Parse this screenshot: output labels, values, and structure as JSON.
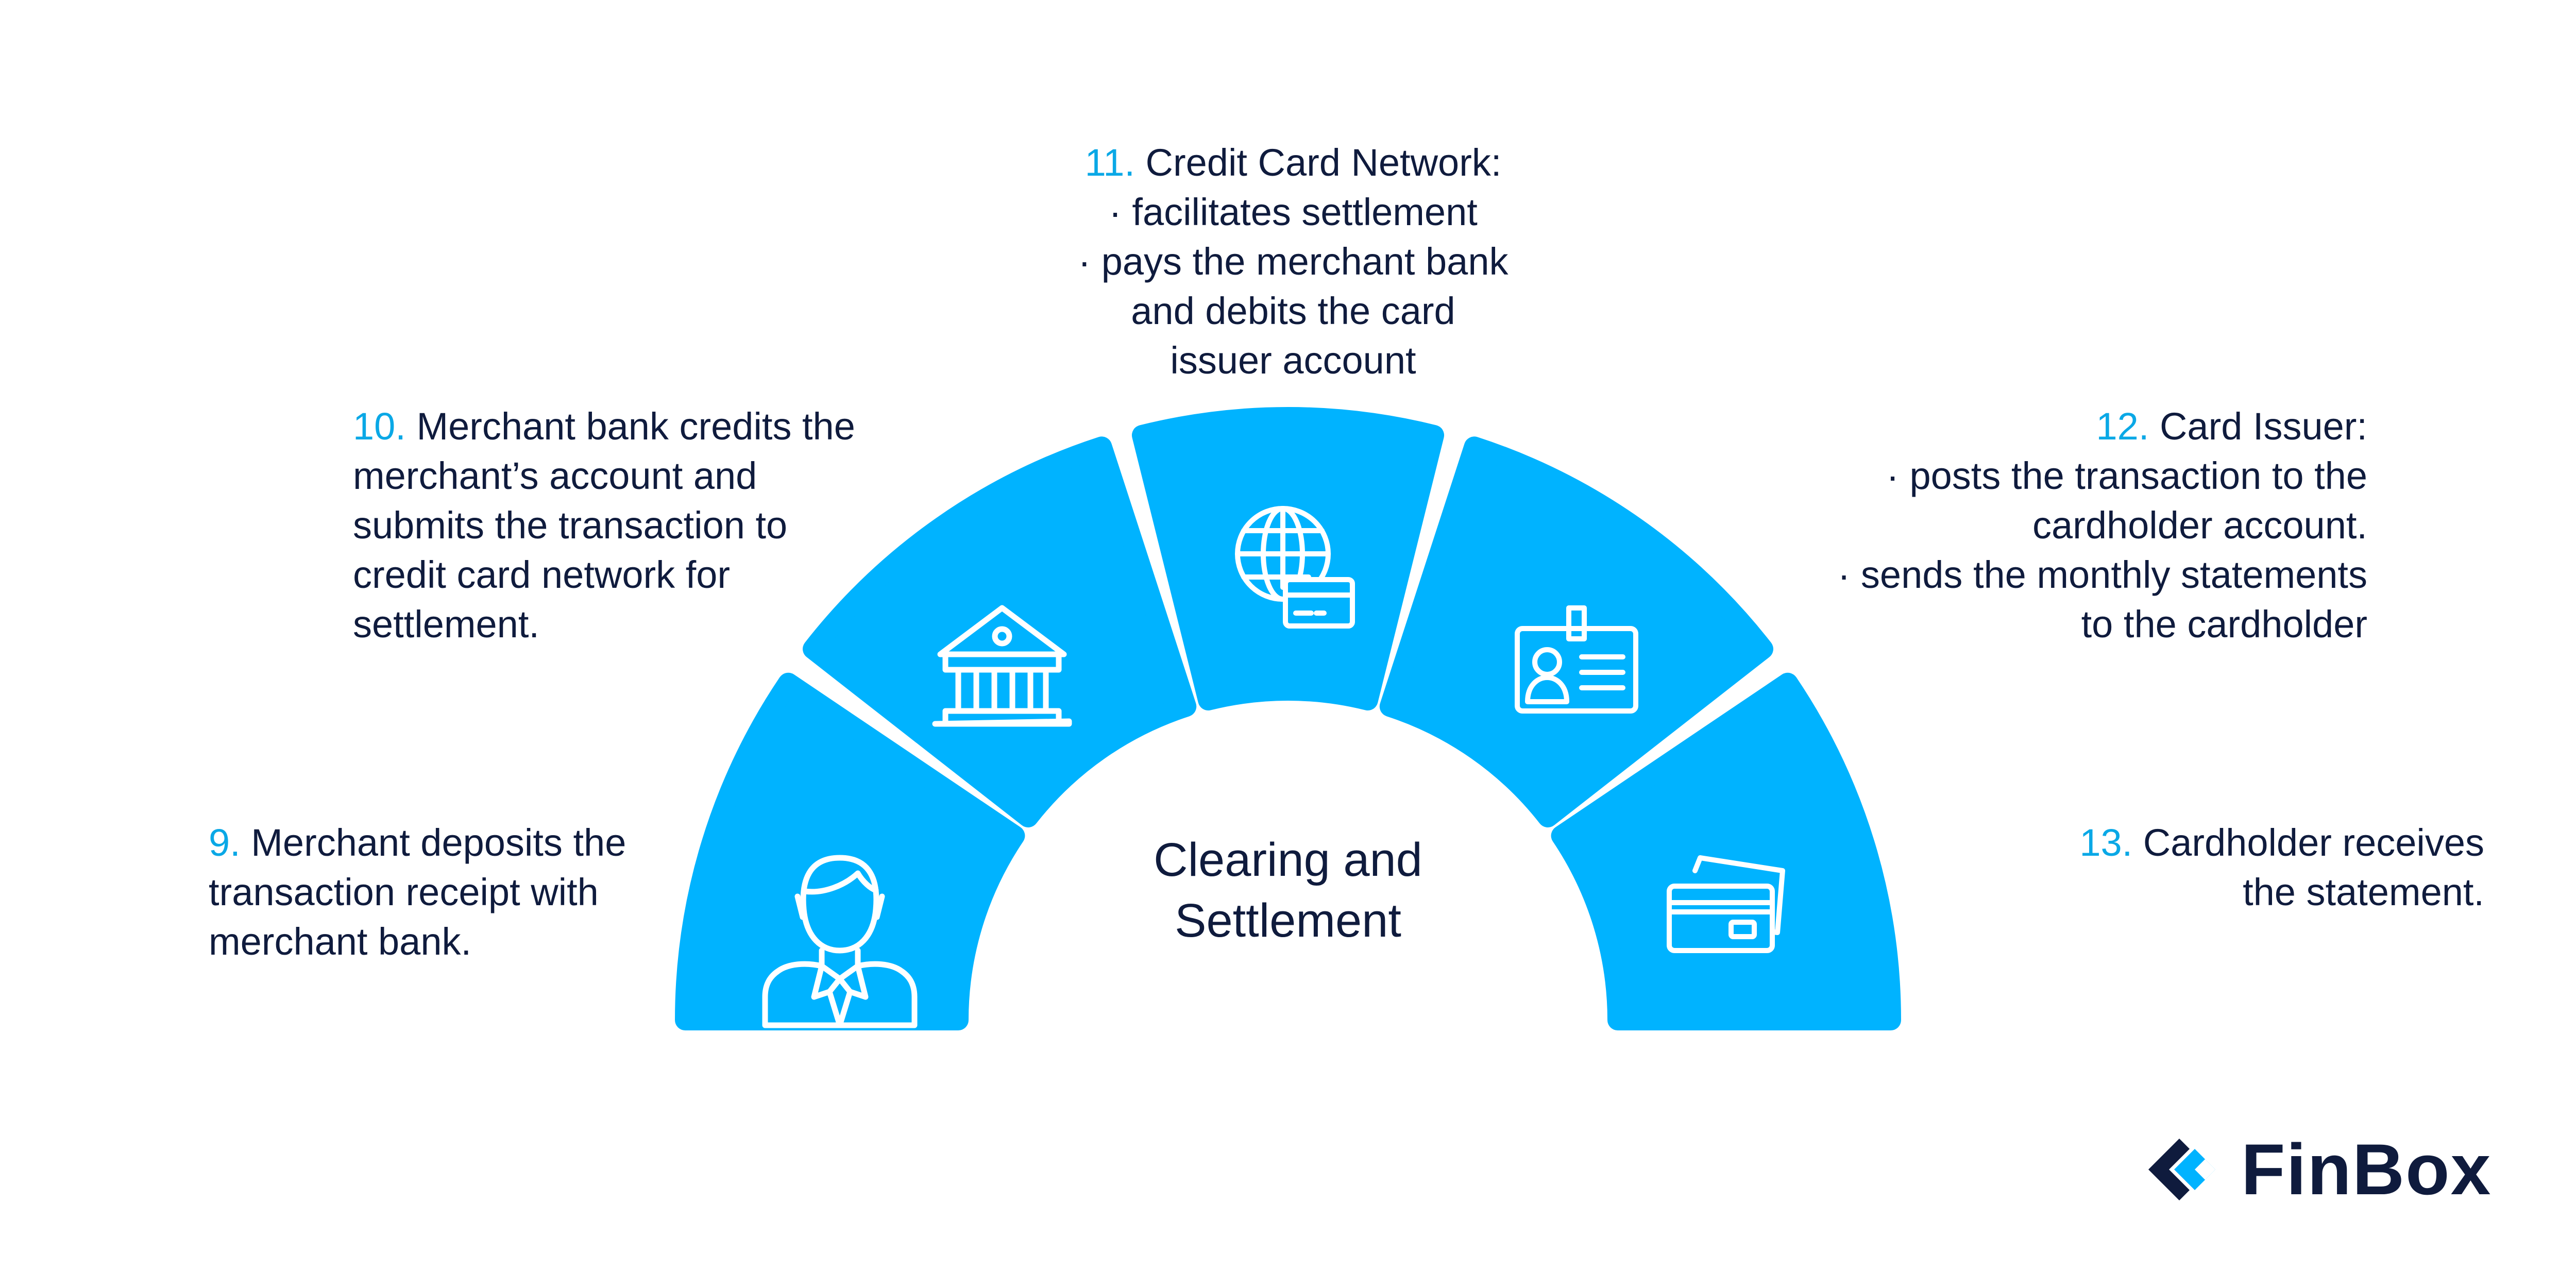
{
  "steps": {
    "s9": {
      "num": "9.",
      "lines": [
        "Merchant deposits the",
        "transaction receipt with",
        "merchant bank."
      ]
    },
    "s10": {
      "num": "10.",
      "lines": [
        "Merchant bank credits the",
        "merchant’s account and",
        "submits the transaction to",
        "credit card network for",
        "settlement."
      ]
    },
    "s11": {
      "num": "11.",
      "lines": [
        "Credit Card Network:",
        "· facilitates settlement",
        "· pays the merchant bank",
        "and debits the card",
        "issuer account"
      ]
    },
    "s12": {
      "num": "12.",
      "lines": [
        "Card Issuer:",
        "· posts the transaction to the",
        "cardholder account.",
        "· sends the monthly statements",
        "to the cardholder"
      ]
    },
    "s13": {
      "num": "13.",
      "lines": [
        "Cardholder receives",
        "the statement."
      ]
    }
  },
  "center": {
    "line1": "Clearing and",
    "line2": "Settlement"
  },
  "segments": [
    {
      "id": "merchant",
      "icon": "merchant-person-icon"
    },
    {
      "id": "bank",
      "icon": "bank-building-icon"
    },
    {
      "id": "network",
      "icon": "globe-card-icon"
    },
    {
      "id": "issuer",
      "icon": "id-badge-icon"
    },
    {
      "id": "cardholder",
      "icon": "credit-cards-icon"
    }
  ],
  "brand": {
    "name": "FinBox",
    "accent": "#0aa8e6",
    "segment_color": "#00b3ff",
    "text_color": "#0f1b3d"
  }
}
